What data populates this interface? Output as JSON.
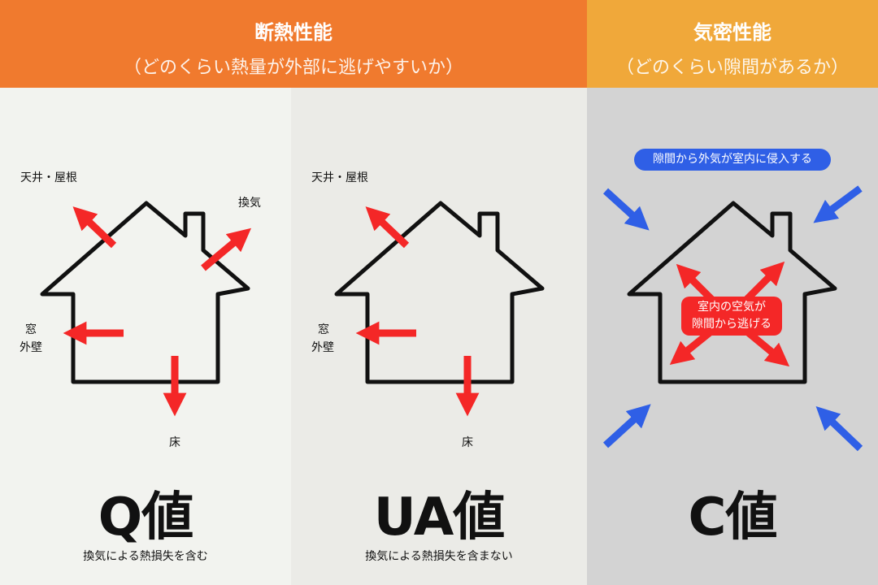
{
  "colors": {
    "orange": "#f07a2e",
    "amber": "#f0a83a",
    "red": "#f42727",
    "blue": "#2f5fe6"
  },
  "header": {
    "insulation": {
      "title": "断熱性能",
      "subtitle": "（どのくらい熱量が外部に逃げやすいか）"
    },
    "airtight": {
      "title": "気密性能",
      "subtitle": "（どのくらい隙間があるか）"
    }
  },
  "q_panel": {
    "labels": {
      "roof": "天井・屋根",
      "ventilation": "換気",
      "window": "窓",
      "wall": "外壁",
      "floor": "床"
    },
    "title": "Q値",
    "note": "換気による熱損失を含む"
  },
  "ua_panel": {
    "labels": {
      "roof": "天井・屋根",
      "window": "窓",
      "wall": "外壁",
      "floor": "床"
    },
    "title": "UA値",
    "note": "換気による熱損失を含まない"
  },
  "c_panel": {
    "outside_label": "隙間から外気が室内に侵入する",
    "inside_label_1": "室内の空気が",
    "inside_label_2": "隙間から逃げる",
    "title": "C値"
  }
}
